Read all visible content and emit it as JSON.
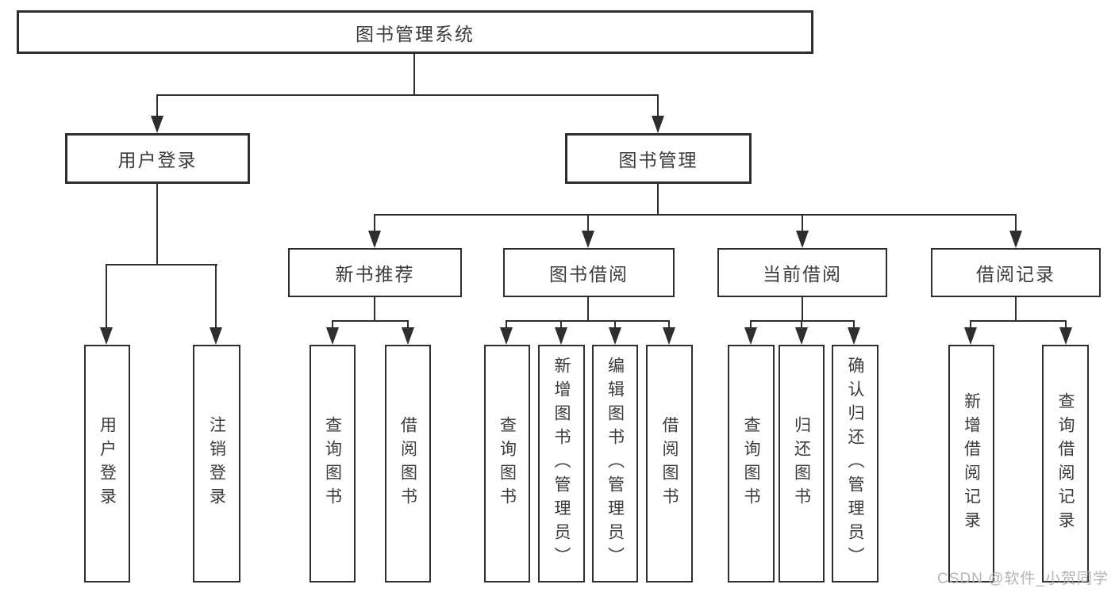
{
  "tree": {
    "root": {
      "label": "图书管理系统"
    },
    "children": [
      {
        "label": "用户登录",
        "children": [
          {
            "label": "用户登录"
          },
          {
            "label": "注销登录"
          }
        ]
      },
      {
        "label": "图书管理",
        "children": [
          {
            "label": "新书推荐",
            "children": [
              {
                "label": "查询图书"
              },
              {
                "label": "借阅图书"
              }
            ]
          },
          {
            "label": "图书借阅",
            "children": [
              {
                "label": "查询图书"
              },
              {
                "label": "新增图书（管理员）"
              },
              {
                "label": "编辑图书（管理员）"
              },
              {
                "label": "借阅图书"
              }
            ]
          },
          {
            "label": "当前借阅",
            "children": [
              {
                "label": "查询图书"
              },
              {
                "label": "归还图书"
              },
              {
                "label": "确认归还（管理员）"
              }
            ]
          },
          {
            "label": "借阅记录",
            "children": [
              {
                "label": "新增借阅记录"
              },
              {
                "label": "查询借阅记录"
              }
            ]
          }
        ]
      }
    ]
  },
  "watermark": {
    "text": "CSDN @软件_小贺同学"
  },
  "colors": {
    "line": "#2e2e2e",
    "box_border": "#2e2e2e",
    "box_fill": "#ffffff",
    "text": "#3b3b3b",
    "watermark": "#b5b5b5",
    "background": "#ffffff"
  }
}
